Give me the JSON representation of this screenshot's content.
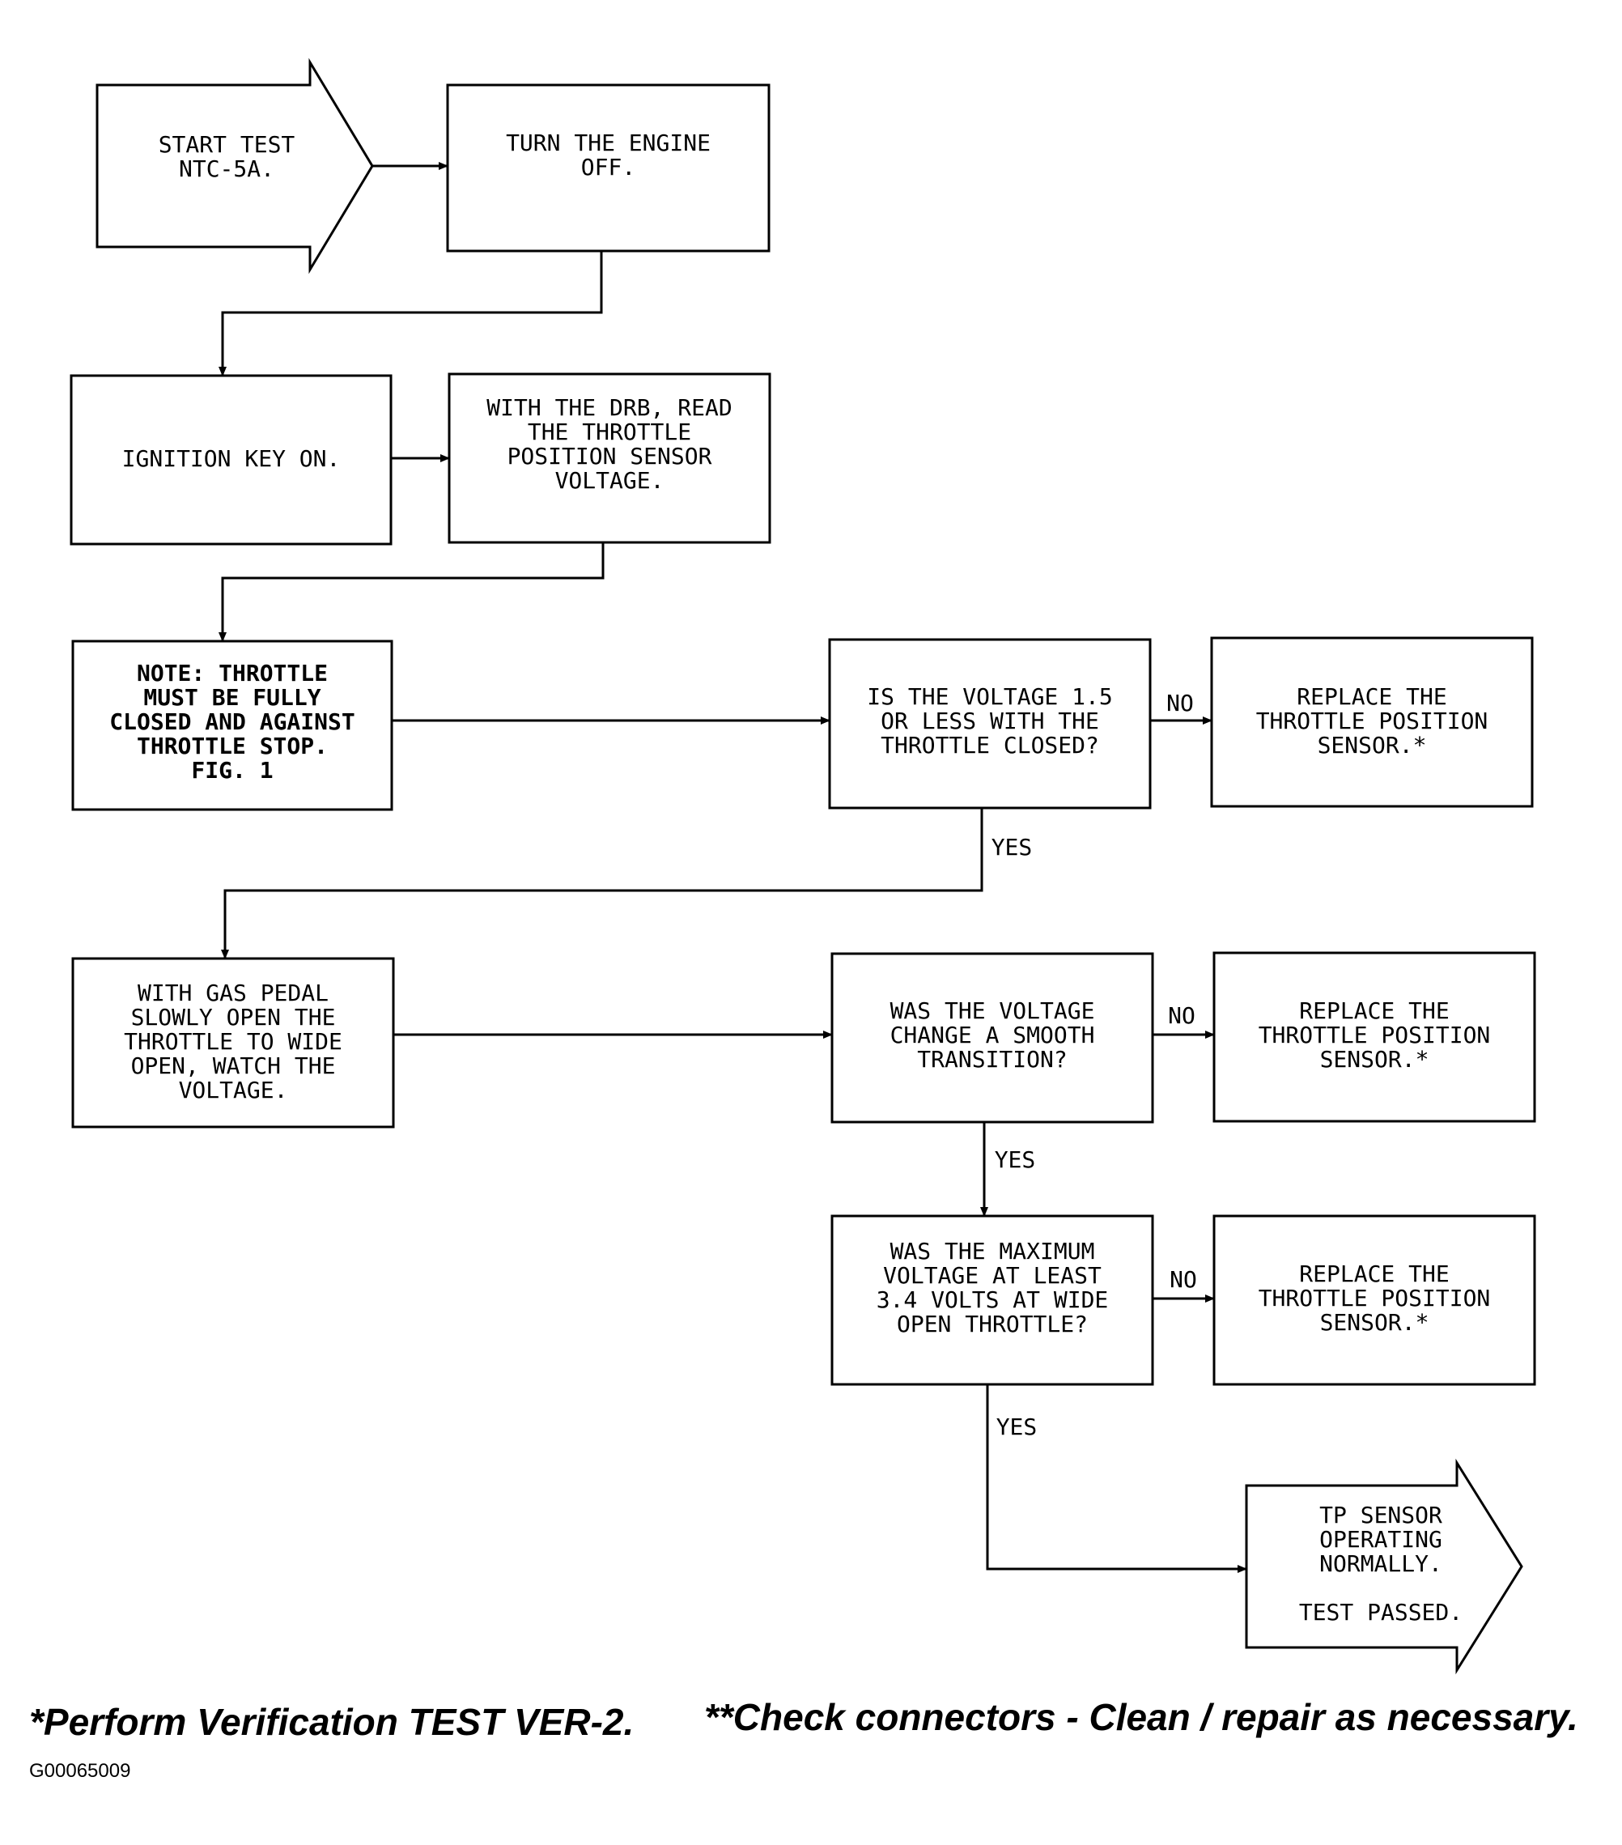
{
  "nodes": [
    {
      "id": "start",
      "name": "start-test-arrow",
      "shape": "arrow",
      "bold": false,
      "lines": [
        "START TEST",
        "NTC-5A."
      ]
    },
    {
      "id": "engine_off",
      "name": "turn-engine-off-box",
      "shape": "box",
      "bold": false,
      "lines": [
        "TURN THE ENGINE",
        "OFF."
      ]
    },
    {
      "id": "key_on",
      "name": "ignition-key-on-box",
      "shape": "box",
      "bold": false,
      "lines": [
        "IGNITION KEY ON."
      ]
    },
    {
      "id": "read_tps",
      "name": "read-tps-voltage-box",
      "shape": "box",
      "bold": false,
      "lines": [
        "WITH THE DRB, READ",
        "THE THROTTLE",
        "POSITION SENSOR",
        "VOLTAGE."
      ]
    },
    {
      "id": "note",
      "name": "throttle-note-box",
      "shape": "box",
      "bold": true,
      "lines": [
        "NOTE: THROTTLE",
        "MUST BE FULLY",
        "CLOSED AND AGAINST",
        "THROTTLE STOP.",
        "FIG. 1"
      ]
    },
    {
      "id": "q1",
      "name": "voltage-closed-question-box",
      "shape": "box",
      "bold": false,
      "lines": [
        "IS THE VOLTAGE 1.5",
        "OR LESS WITH THE",
        "THROTTLE CLOSED?"
      ]
    },
    {
      "id": "r1",
      "name": "replace-tps-box-1",
      "shape": "box",
      "bold": false,
      "lines": [
        "REPLACE THE",
        "THROTTLE POSITION",
        "SENSOR.*"
      ]
    },
    {
      "id": "open",
      "name": "open-throttle-box",
      "shape": "box",
      "bold": false,
      "lines": [
        "WITH GAS PEDAL",
        "SLOWLY OPEN THE",
        "THROTTLE TO WIDE",
        "OPEN, WATCH THE",
        "VOLTAGE."
      ]
    },
    {
      "id": "q2",
      "name": "smooth-transition-question-box",
      "shape": "box",
      "bold": false,
      "lines": [
        "WAS THE VOLTAGE",
        "CHANGE A SMOOTH",
        "TRANSITION?"
      ]
    },
    {
      "id": "r2",
      "name": "replace-tps-box-2",
      "shape": "box",
      "bold": false,
      "lines": [
        "REPLACE THE",
        "THROTTLE POSITION",
        "SENSOR.*"
      ]
    },
    {
      "id": "q3",
      "name": "max-voltage-question-box",
      "shape": "box",
      "bold": false,
      "lines": [
        "WAS THE MAXIMUM",
        "VOLTAGE AT LEAST",
        "3.4 VOLTS AT WIDE",
        "OPEN THROTTLE?"
      ]
    },
    {
      "id": "r3",
      "name": "replace-tps-box-3",
      "shape": "box",
      "bold": false,
      "lines": [
        "REPLACE THE",
        "THROTTLE POSITION",
        "SENSOR.*"
      ]
    },
    {
      "id": "end",
      "name": "test-passed-arrow",
      "shape": "arrow",
      "bold": false,
      "lines": [
        "TP SENSOR",
        "OPERATING",
        "NORMALLY.",
        "",
        "TEST PASSED."
      ]
    }
  ],
  "edges": [
    {
      "from": "start",
      "to": "engine_off",
      "label": ""
    },
    {
      "from": "engine_off",
      "to": "key_on",
      "label": ""
    },
    {
      "from": "key_on",
      "to": "read_tps",
      "label": ""
    },
    {
      "from": "read_tps",
      "to": "note",
      "label": ""
    },
    {
      "from": "note",
      "to": "q1",
      "label": ""
    },
    {
      "from": "q1",
      "to": "r1",
      "label": "NO"
    },
    {
      "from": "q1",
      "to": "open",
      "label": "YES"
    },
    {
      "from": "open",
      "to": "q2",
      "label": ""
    },
    {
      "from": "q2",
      "to": "r2",
      "label": "NO"
    },
    {
      "from": "q2",
      "to": "q3",
      "label": "YES"
    },
    {
      "from": "q3",
      "to": "r3",
      "label": "NO"
    },
    {
      "from": "q3",
      "to": "end",
      "label": "YES"
    }
  ],
  "footnotes": {
    "verification": "*Perform Verification TEST VER-2.",
    "connectors": "**Check connectors - Clean / repair as necessary."
  },
  "figure_id": "G00065009"
}
